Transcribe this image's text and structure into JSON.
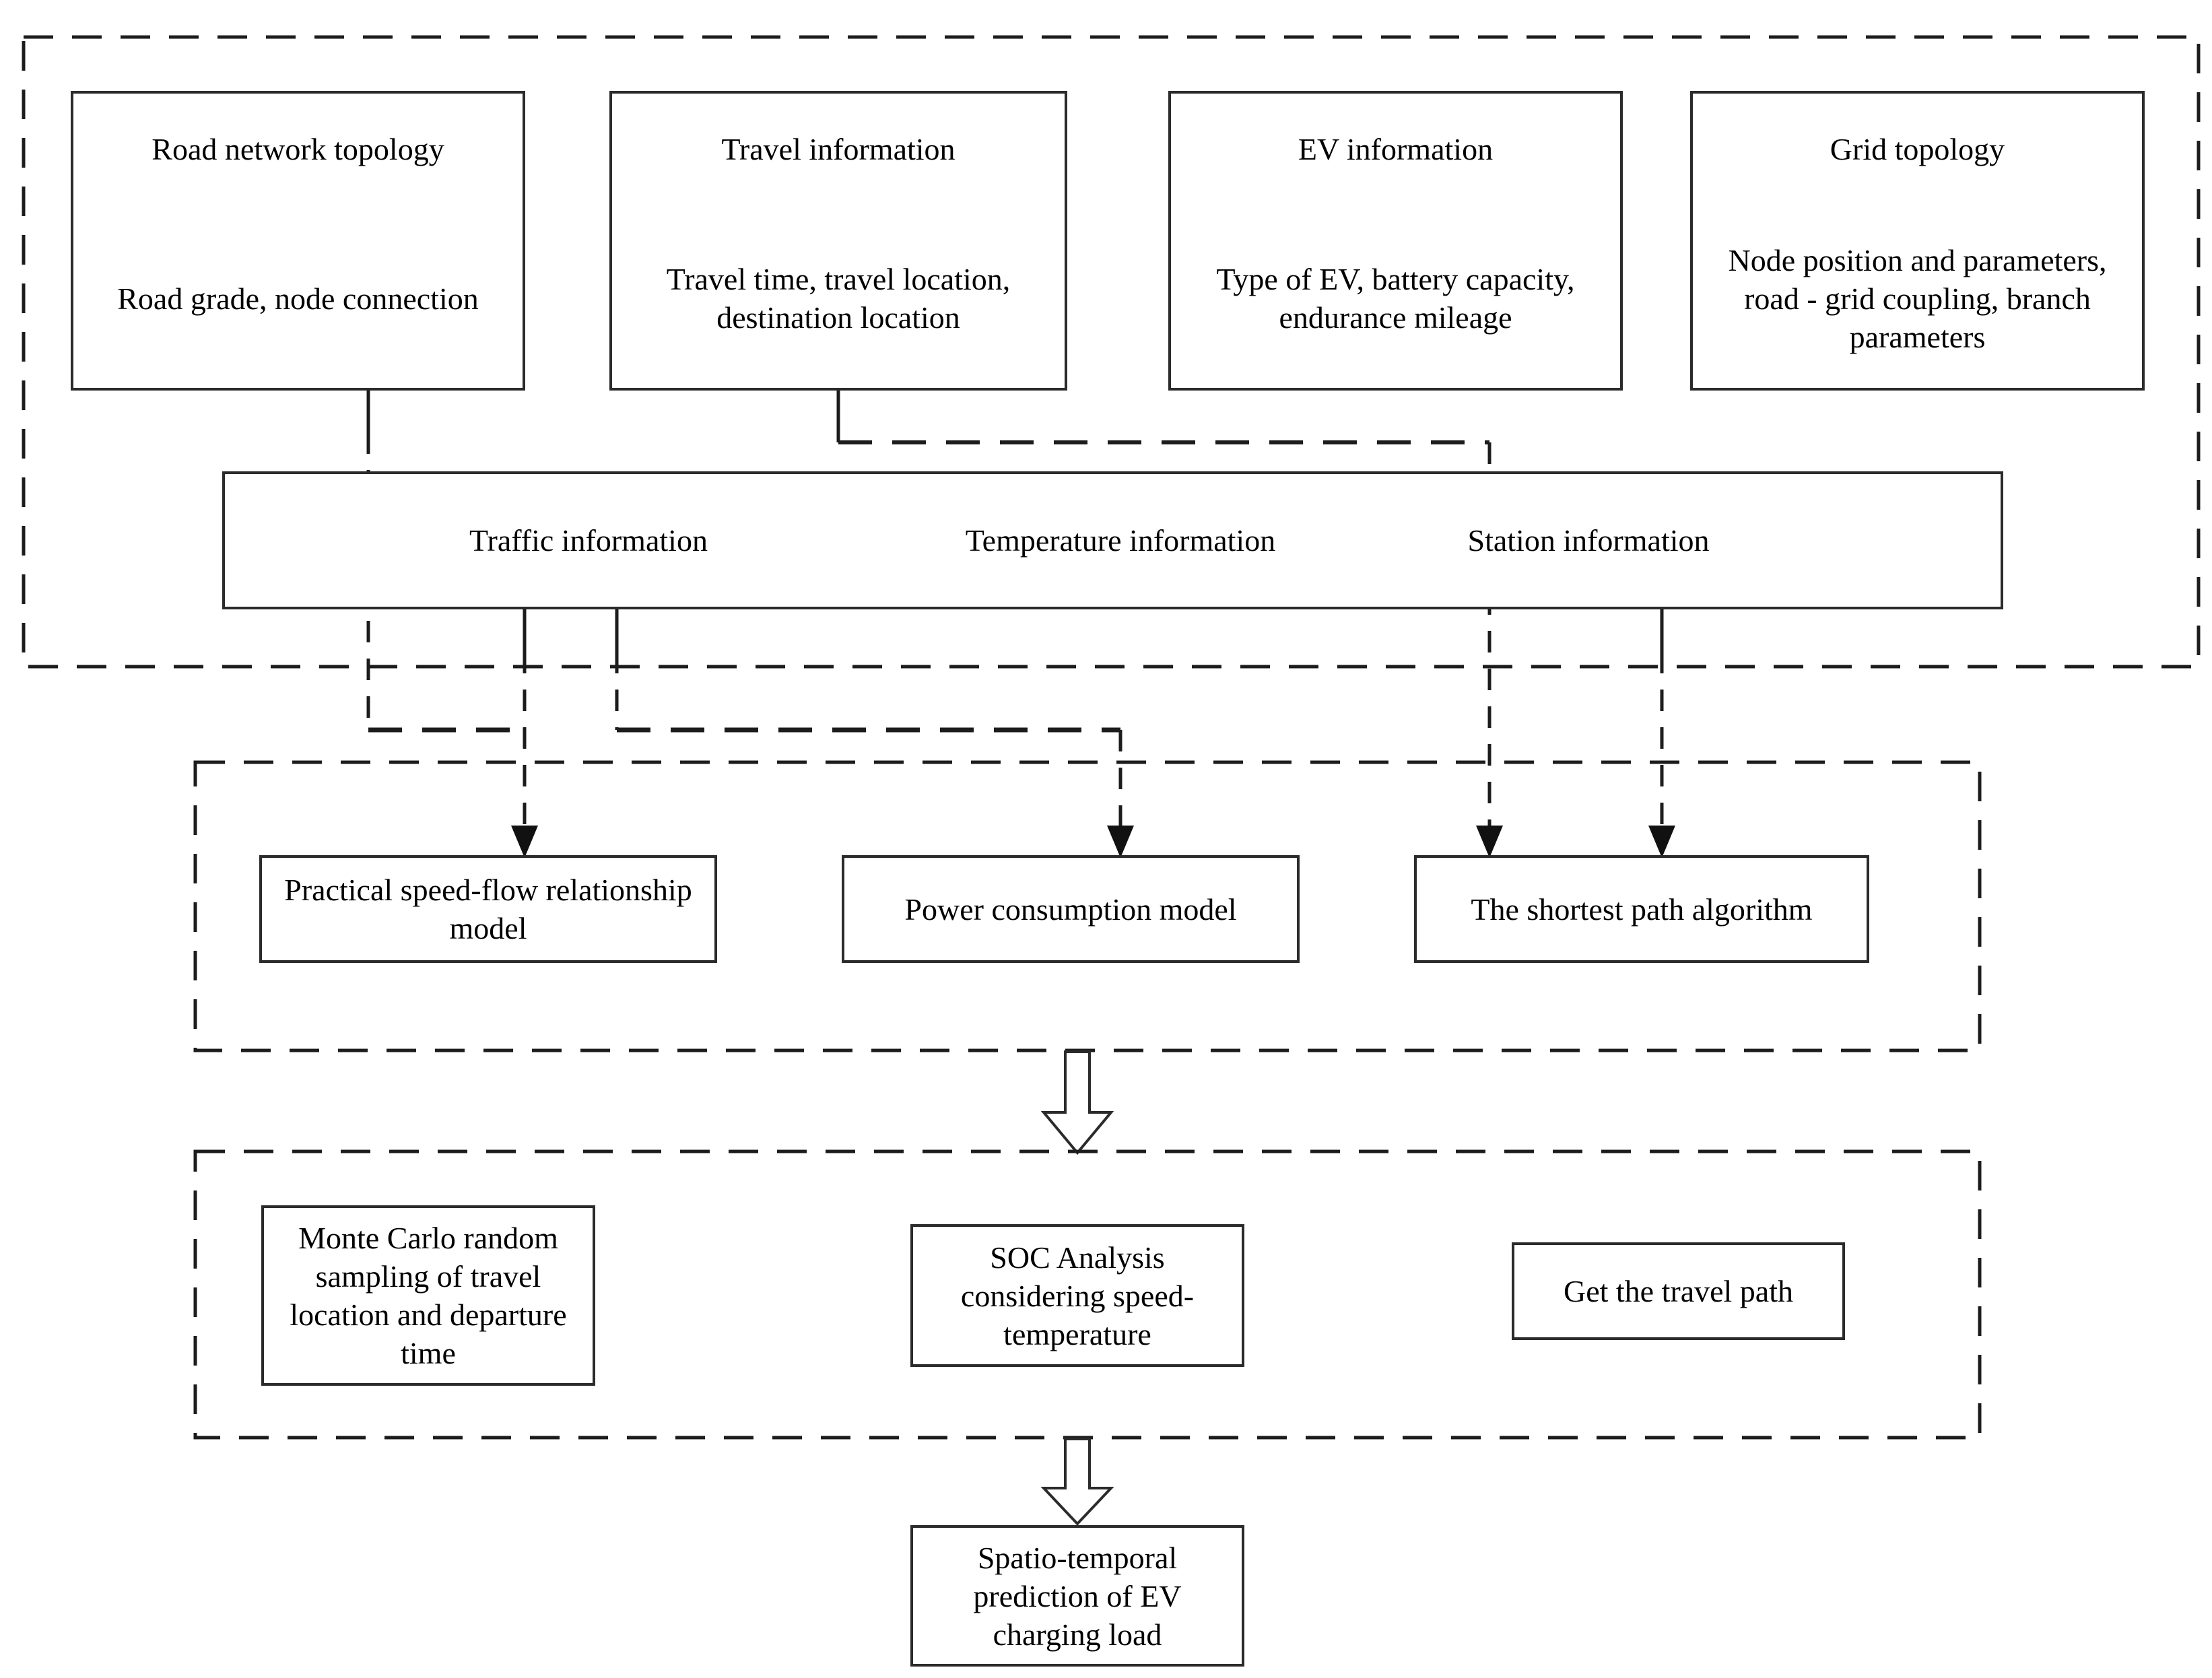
{
  "diagram": {
    "top_boxes": [
      {
        "title": "Road network topology",
        "body": "Road grade, node connection"
      },
      {
        "title": "Travel information",
        "body": "Travel time, travel location, destination location"
      },
      {
        "title": "EV information",
        "body": "Type of EV, battery capacity, endurance mileage"
      },
      {
        "title": "Grid topology",
        "body": "Node position and parameters, road - grid coupling, branch parameters"
      }
    ],
    "info_bar": {
      "items": [
        "Traffic information",
        "Temperature information",
        "Station information"
      ]
    },
    "model_boxes": [
      {
        "label": "Practical speed-flow relationship model"
      },
      {
        "label": "Power consumption model"
      },
      {
        "label": "The shortest path algorithm"
      }
    ],
    "process_boxes": [
      {
        "label": "Monte Carlo random sampling of travel location and departure time"
      },
      {
        "label": "SOC Analysis considering speed-temperature"
      },
      {
        "label": "Get the travel path"
      }
    ],
    "output_box": {
      "label": "Spatio-temporal prediction of EV charging load"
    },
    "icons": {
      "solid_arrow": "arrow-down-icon",
      "hollow_arrow": "hollow-arrow-down-icon"
    },
    "colors": {
      "line": "#2b2b2b",
      "text": "#000000",
      "background": "#ffffff"
    }
  }
}
